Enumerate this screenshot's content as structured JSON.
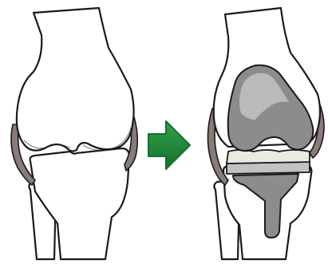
{
  "diagram": {
    "panels": [
      {
        "id": "natural-knee"
      },
      {
        "id": "replaced-knee"
      }
    ],
    "arrow": {
      "direction": "right"
    },
    "colors": {
      "background": "#ffffff",
      "bone": "#ffffff",
      "outline": "#1a1a1a",
      "ligament": "#8a7a78",
      "implant_dark": "#8c8c8c",
      "implant_light": "#c2c2c2",
      "insert": "#e8ecdf",
      "arrow": "#2fa24a",
      "arrow_dark": "#14702c"
    }
  }
}
